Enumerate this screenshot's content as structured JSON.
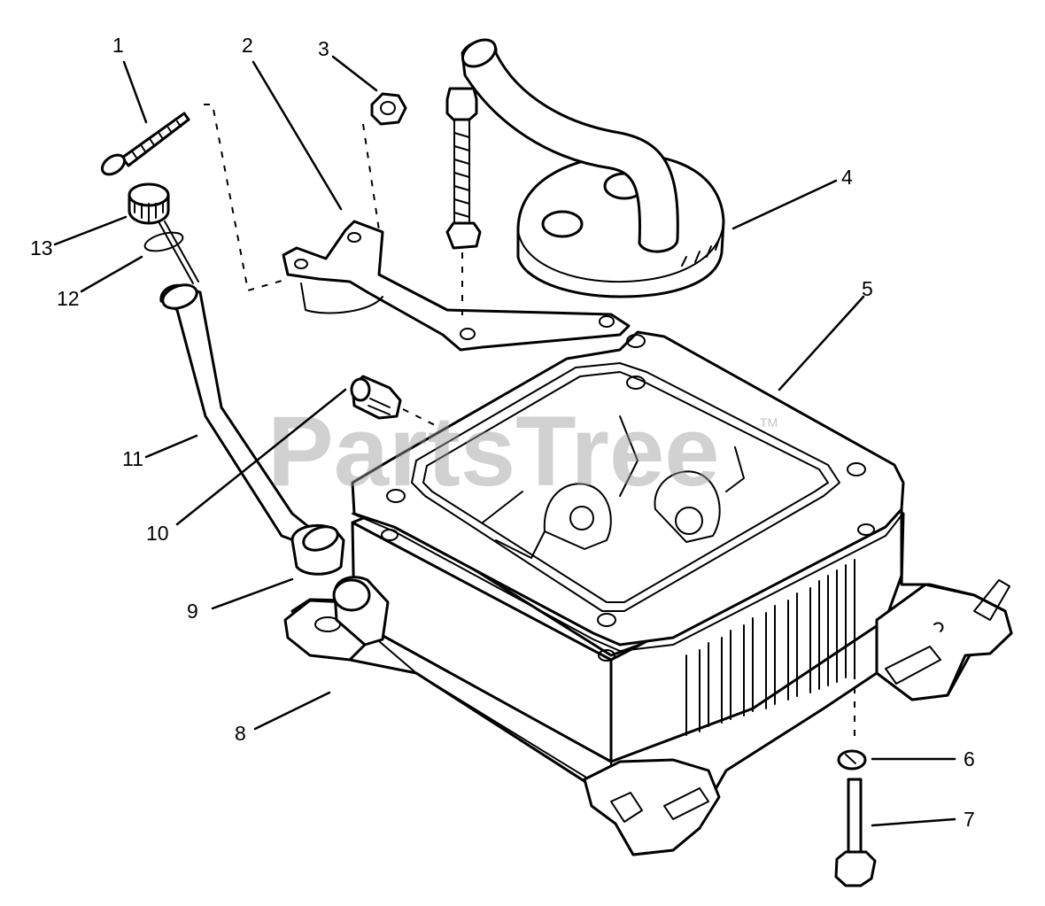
{
  "watermark": {
    "brand": "PartsTree",
    "trademark": "TM"
  },
  "callouts": [
    "1",
    "2",
    "3",
    "4",
    "5",
    "6",
    "7",
    "8",
    "9",
    "10",
    "11",
    "12",
    "13"
  ]
}
